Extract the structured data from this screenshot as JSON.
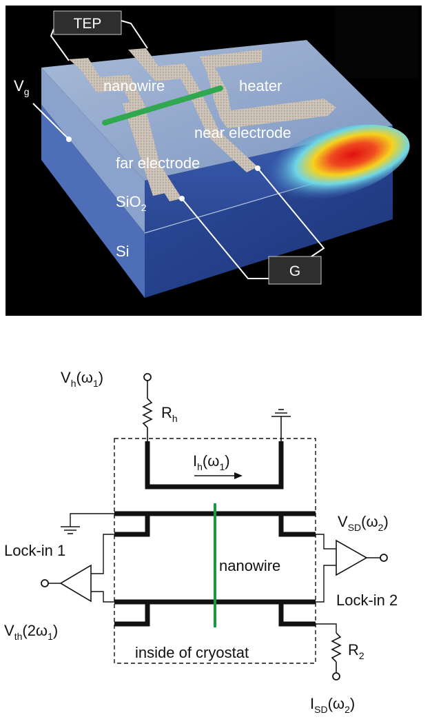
{
  "device_3d": {
    "labels": {
      "tep": "TEP",
      "vg": "V",
      "vg_sub": "g",
      "nanowire": "nanowire",
      "heater": "heater",
      "near_electrode": "near electrode",
      "far_electrode": "far electrode",
      "sio2": "SiO",
      "sio2_sub": "2",
      "si": "Si",
      "g": "G"
    },
    "colors": {
      "background": "#000000",
      "top_surface": "#8fa6c9",
      "front_face": "#2b4aa0",
      "side_face": "#1e3a86",
      "electrode": "#c9bfb4",
      "nanowire": "#2fa84f",
      "hotspot": "#e01010"
    }
  },
  "circuit": {
    "labels": {
      "vh": "V",
      "vh_sub": "h",
      "vh_arg": "(ω",
      "vh_arg_sub": "1",
      "vh_arg_end": ")",
      "rh": "R",
      "rh_sub": "h",
      "ih": "I",
      "ih_sub": "h",
      "ih_arg": "(ω",
      "ih_arg_sub": "1",
      "ih_arg_end": ")",
      "lockin1": "Lock-in 1",
      "lockin2": "Lock-in 2",
      "vth": "V",
      "vth_sub": "th",
      "vth_arg": "(2ω",
      "vth_arg_sub": "1",
      "vth_arg_end": ")",
      "vsd": "V",
      "vsd_sub": "SD",
      "vsd_arg": "(ω",
      "vsd_arg_sub": "2",
      "vsd_arg_end": ")",
      "nanowire": "nanowire",
      "r2": "R",
      "r2_sub": "2",
      "isd": "I",
      "isd_sub": "SD",
      "isd_arg": "(ω",
      "isd_arg_sub": "2",
      "isd_arg_end": ")",
      "cryostat": "inside of cryostat"
    },
    "colors": {
      "wire": "#111111",
      "nanowire": "#1a9a40"
    }
  }
}
